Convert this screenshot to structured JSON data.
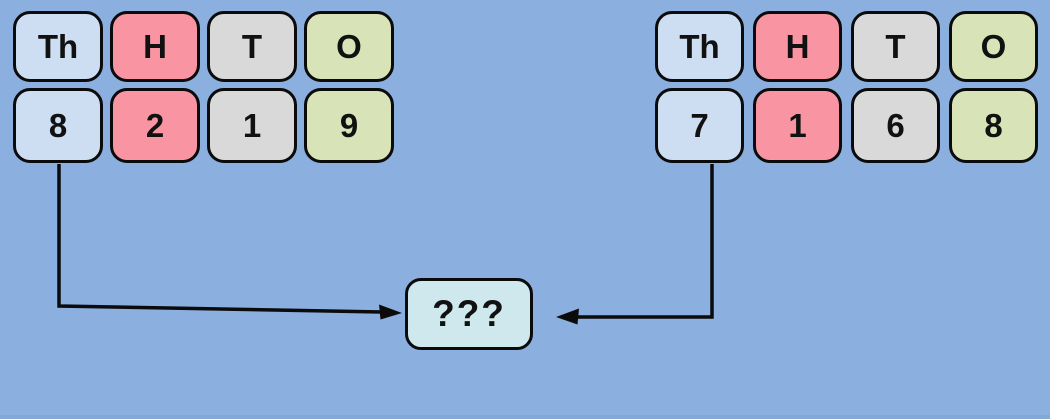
{
  "colors": {
    "background": "#8bafdf",
    "bottom_strip": "#82a8d8",
    "col_thousands": "#cdddf2",
    "col_hundreds": "#f995a3",
    "col_tens": "#d9d9d9",
    "col_ones": "#d8e4b8",
    "result_box": "#cfe8ee",
    "stroke": "#0b0b0b"
  },
  "left_table": {
    "headers": [
      "Th",
      "H",
      "T",
      "O"
    ],
    "digits": [
      "8",
      "2",
      "1",
      "9"
    ]
  },
  "right_table": {
    "headers": [
      "Th",
      "H",
      "T",
      "O"
    ],
    "digits": [
      "7",
      "1",
      "6",
      "8"
    ]
  },
  "result": {
    "label": "???"
  }
}
